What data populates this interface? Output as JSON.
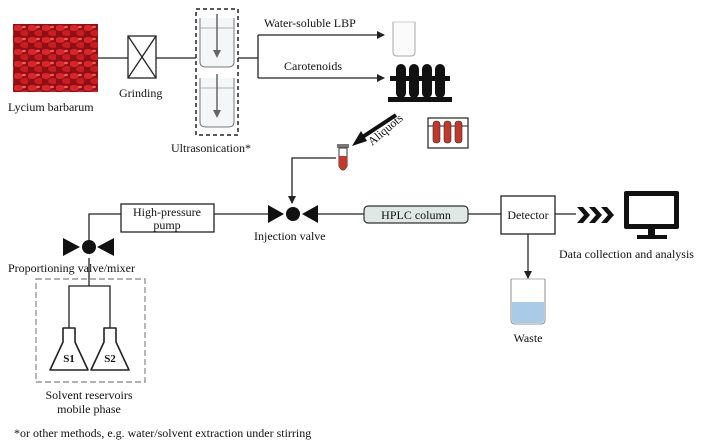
{
  "labels": {
    "source": "Lycium barbarum",
    "grinding": "Grinding",
    "ultrasonication": "Ultrasonication*",
    "water_soluble": "Water-soluble LBP",
    "carotenoids": "Carotenoids",
    "aliquots": "Aliquots",
    "hp_pump_line1": "High-pressure",
    "hp_pump_line2": "pump",
    "injection_valve": "Injection valve",
    "hplc_column": "HPLC column",
    "detector": "Detector",
    "data_collection": "Data collection and analysis",
    "waste": "Waste",
    "proportioning": "Proportioning valve/mixer",
    "s1": "S1",
    "s2": "S2",
    "reservoirs_line1": "Solvent reservoirs",
    "reservoirs_line2": "mobile phase",
    "footnote": "*or other methods, e.g. water/solvent extraction under stirring"
  },
  "colors": {
    "berry": "#c0171d",
    "sample": "#c0392b",
    "column_fill": "#dfe8e4",
    "waste_liquid": "#a9cbe8"
  }
}
